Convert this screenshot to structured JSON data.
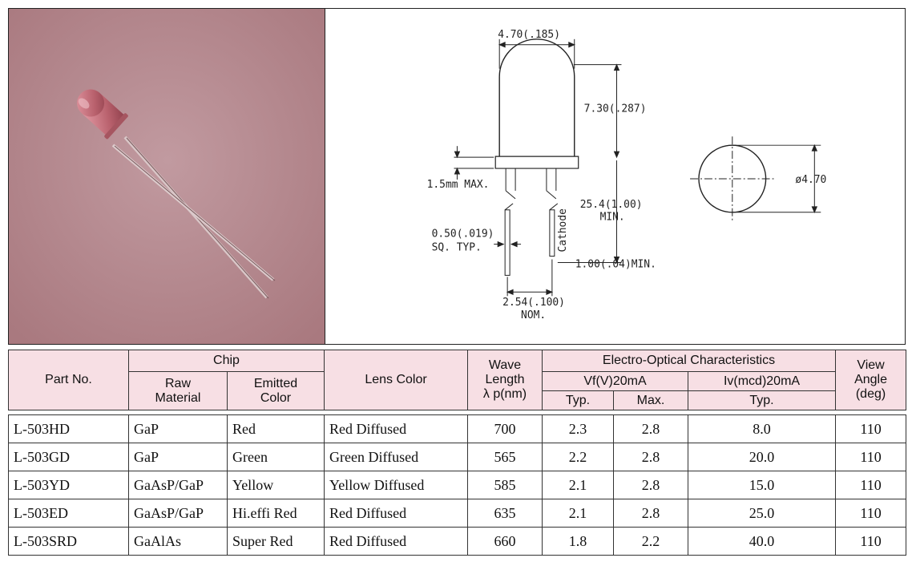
{
  "drawing": {
    "dims": {
      "width": "4.70(.185)",
      "height": "7.30(.287)",
      "flange": "1.5mm MAX.",
      "lead_len": "25.4(1.00)",
      "lead_len_min": "MIN.",
      "lead_sq": "0.50(.019)",
      "lead_sq2": "SQ. TYP.",
      "cathode": "Cathode",
      "lead_gap": "1.00(.04)MIN.",
      "pitch": "2.54(.100)",
      "pitch_nom": "NOM.",
      "diameter": "ø4.70"
    }
  },
  "table": {
    "headers": {
      "part_no": "Part No.",
      "chip": "Chip",
      "raw_material": "Raw\nMaterial",
      "emitted_color": "Emitted\nColor",
      "lens_color": "Lens Color",
      "wave_length": "Wave\nLength\nλ p(nm)",
      "electro_optical": "Electro-Optical Characteristics",
      "vf": "Vf(V)20mA",
      "iv": "Iv(mcd)20mA",
      "typ": "Typ.",
      "max": "Max.",
      "typ2": "Typ.",
      "view_angle": "View\nAngle\n(deg)"
    },
    "rows": [
      {
        "part": "L-503HD",
        "raw": "GaP",
        "emit": "Red",
        "lens": "Red Diffused",
        "wave": "700",
        "vf_typ": "2.3",
        "vf_max": "2.8",
        "iv_typ": "8.0",
        "angle": "110"
      },
      {
        "part": "L-503GD",
        "raw": "GaP",
        "emit": "Green",
        "lens": "Green Diffused",
        "wave": "565",
        "vf_typ": "2.2",
        "vf_max": "2.8",
        "iv_typ": "20.0",
        "angle": "110"
      },
      {
        "part": "L-503YD",
        "raw": "GaAsP/GaP",
        "emit": "Yellow",
        "lens": "Yellow Diffused",
        "wave": "585",
        "vf_typ": "2.1",
        "vf_max": "2.8",
        "iv_typ": "15.0",
        "angle": "110"
      },
      {
        "part": "L-503ED",
        "raw": "GaAsP/GaP",
        "emit": "Hi.effi Red",
        "lens": "Red Diffused",
        "wave": "635",
        "vf_typ": "2.1",
        "vf_max": "2.8",
        "iv_typ": "25.0",
        "angle": "110"
      },
      {
        "part": "L-503SRD",
        "raw": "GaAlAs",
        "emit": "Super Red",
        "lens": "Red Diffused",
        "wave": "660",
        "vf_typ": "1.8",
        "vf_max": "2.2",
        "iv_typ": "40.0",
        "angle": "110"
      }
    ]
  },
  "colors": {
    "header_bg": "#f7dfe4",
    "photo_bg": "#b98e93"
  }
}
